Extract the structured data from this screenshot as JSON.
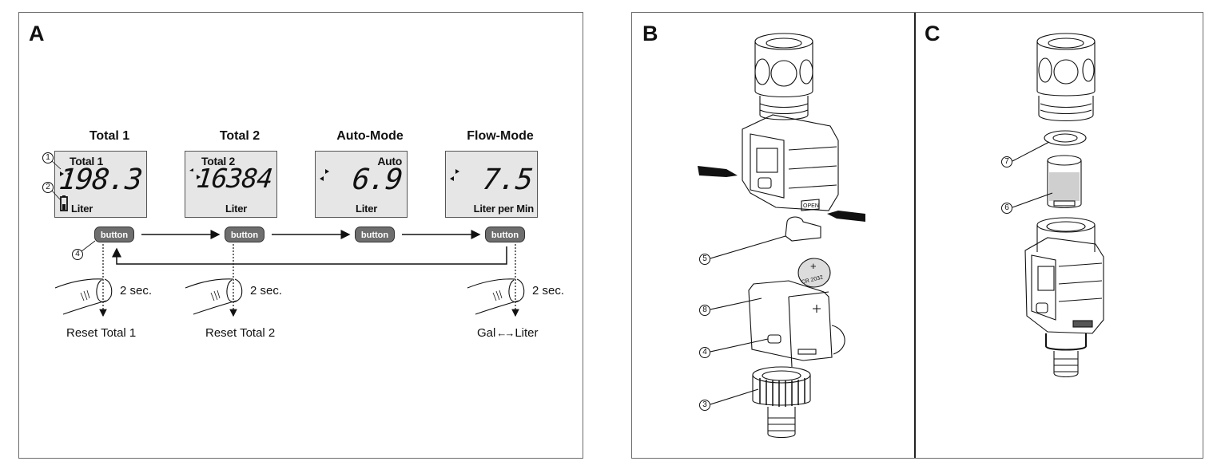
{
  "panel_a": {
    "letter": "A",
    "modes": [
      {
        "title": "Total 1",
        "lcd_label": "Total 1",
        "lcd_value": "198.3",
        "lcd_unit": "Liter",
        "button": "button"
      },
      {
        "title": "Total 2",
        "lcd_label": "Total  2",
        "lcd_value": "16384",
        "lcd_unit": "Liter",
        "button": "button"
      },
      {
        "title": "Auto-Mode",
        "lcd_label": "Auto",
        "lcd_value": "6.9",
        "lcd_unit": "Liter",
        "button": "button"
      },
      {
        "title": "Flow-Mode",
        "lcd_label": "",
        "lcd_value": "7.5",
        "lcd_unit": "Liter per Min",
        "button": "button"
      }
    ],
    "callouts": {
      "lcd_indicator": "1",
      "battery": "2",
      "button": "4"
    },
    "press_actions": [
      {
        "duration": "2 sec.",
        "result": "Reset Total 1"
      },
      {
        "duration": "2 sec.",
        "result": "Reset Total 2"
      },
      {
        "duration": "2 sec.",
        "result_left": "Gal",
        "result_right": "Liter",
        "result_arrow": "←→"
      }
    ]
  },
  "panel_b": {
    "letter": "B",
    "label_open": "OPEN",
    "battery_text": "CR 2032",
    "battery_sign": "+",
    "callouts": [
      "5",
      "8",
      "4",
      "3"
    ]
  },
  "panel_c": {
    "letter": "C",
    "callouts": [
      "7",
      "6"
    ]
  }
}
